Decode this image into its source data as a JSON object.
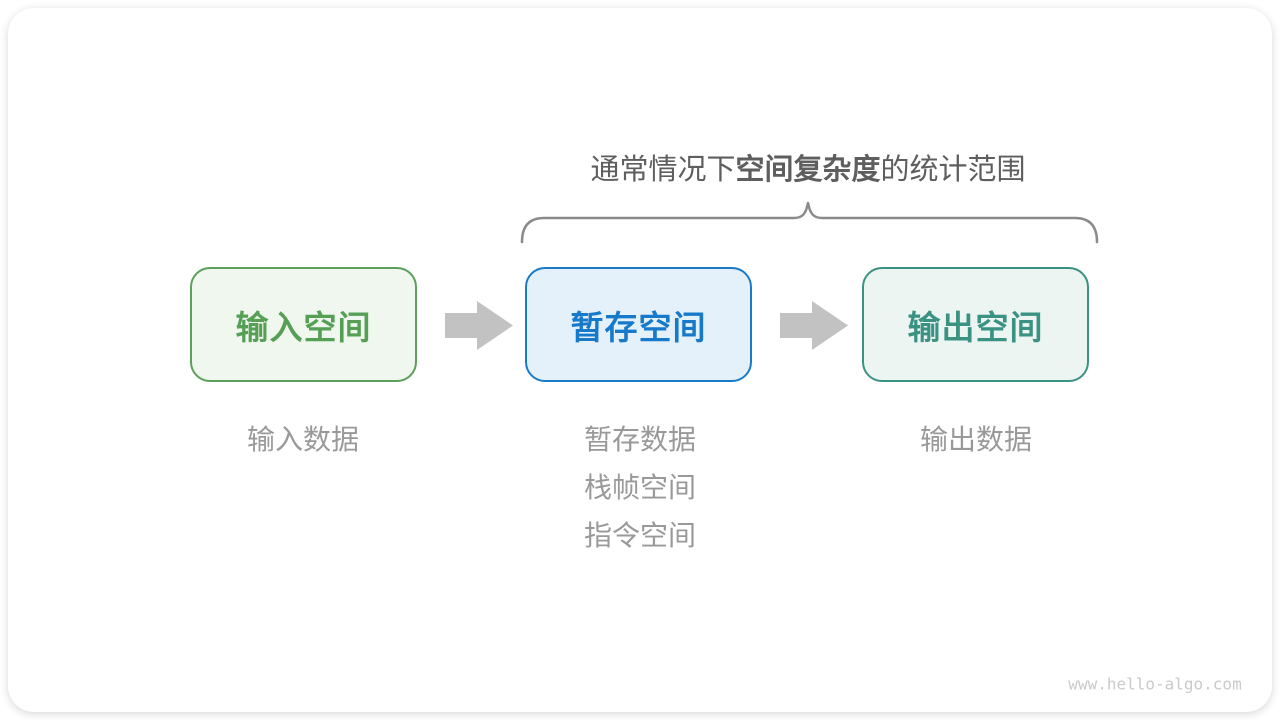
{
  "title": {
    "prefix": "通常情况下",
    "bold": "空间复杂度",
    "suffix": "的统计范围"
  },
  "boxes": [
    {
      "id": "input-space",
      "label": "输入空间",
      "theme": "green"
    },
    {
      "id": "temp-space",
      "label": "暂存空间",
      "theme": "blue"
    },
    {
      "id": "output-space",
      "label": "输出空间",
      "theme": "teal"
    }
  ],
  "sublabels": {
    "input": [
      "输入数据"
    ],
    "temp": [
      "暂存数据",
      "栈帧空间",
      "指令空间"
    ],
    "output": [
      "输出数据"
    ]
  },
  "icons": {
    "arrow": "arrow-right-icon",
    "brace": "curly-brace-icon"
  },
  "watermark": "www.hello-algo.com",
  "colors": {
    "green-border": "#5ca05c",
    "green-bg": "#f0f7ee",
    "green-text": "#56a056",
    "blue-border": "#1a7bc9",
    "blue-bg": "#e4f1fb",
    "blue-text": "#1779c9",
    "teal-border": "#3a9283",
    "teal-bg": "#ecf5f2",
    "teal-text": "#3a9283",
    "arrow": "#c2c2c2",
    "brace": "#8a8a8a",
    "title-text": "#5e5e5e",
    "label-text": "#999999",
    "watermark-text": "#cacaca"
  }
}
